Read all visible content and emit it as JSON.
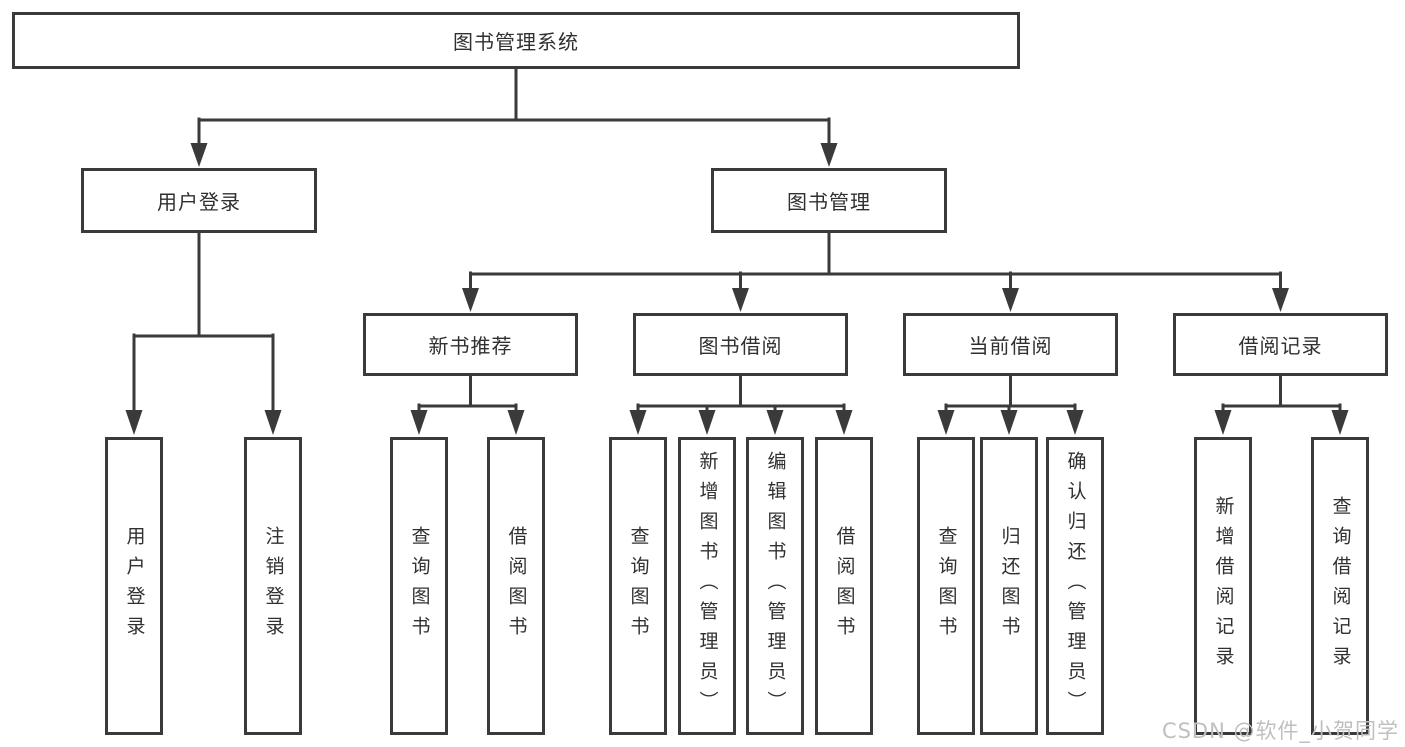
{
  "root": {
    "label": "图书管理系统"
  },
  "level2": [
    {
      "label": "用户登录"
    },
    {
      "label": "图书管理"
    }
  ],
  "level3": [
    {
      "label": "新书推荐"
    },
    {
      "label": "图书借阅"
    },
    {
      "label": "当前借阅"
    },
    {
      "label": "借阅记录"
    }
  ],
  "leaves": {
    "user_login": [
      {
        "label": "用户登录"
      },
      {
        "label": "注销登录"
      }
    ],
    "new_book_recommendation": [
      {
        "label": "查询图书"
      },
      {
        "label": "借阅图书"
      }
    ],
    "book_borrowing": [
      {
        "label": "查询图书"
      },
      {
        "label": "新增图书（管理员）"
      },
      {
        "label": "编辑图书（管理员）"
      },
      {
        "label": "借阅图书"
      }
    ],
    "current_borrowing": [
      {
        "label": "查询图书"
      },
      {
        "label": "归还图书"
      },
      {
        "label": "确认归还（管理员）"
      }
    ],
    "borrowing_records": [
      {
        "label": "新增借阅记录"
      },
      {
        "label": "查询借阅记录"
      }
    ]
  },
  "watermark": {
    "text": "CSDN @软件_小贺同学"
  },
  "colors": {
    "line": "#3a3a3a",
    "text": "#303030",
    "box_background": "#ffffff",
    "watermark": "#bfbfbf"
  }
}
